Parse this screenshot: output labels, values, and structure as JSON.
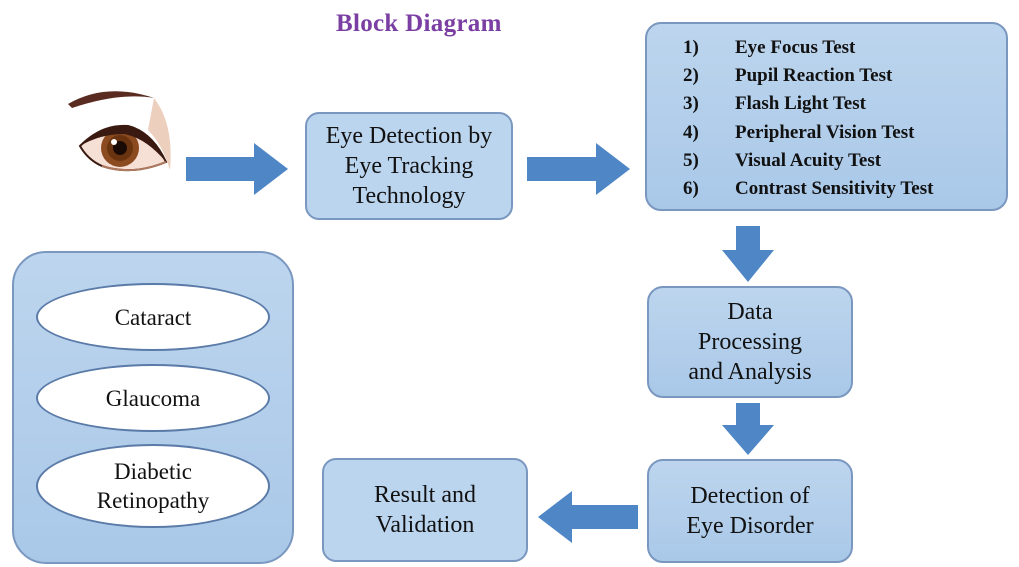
{
  "title": "Block Diagram",
  "nodes": {
    "eye_detection": "Eye Detection by\nEye Tracking\nTechnology",
    "data_processing": "Data\nProcessing\nand Analysis",
    "detection_disorder": "Detection of\nEye Disorder",
    "result_validation": "Result and\nValidation"
  },
  "tests": [
    {
      "num": "1)",
      "label": "Eye Focus Test"
    },
    {
      "num": "2)",
      "label": "Pupil Reaction Test"
    },
    {
      "num": "3)",
      "label": "Flash Light Test"
    },
    {
      "num": "4)",
      "label": "Peripheral Vision Test"
    },
    {
      "num": "5)",
      "label": "Visual Acuity Test"
    },
    {
      "num": "6)",
      "label": "Contrast Sensitivity Test"
    }
  ],
  "disorders": [
    {
      "label": "Cataract"
    },
    {
      "label": "Glaucoma"
    },
    {
      "label": "Diabetic\nRetinopathy"
    }
  ],
  "colors": {
    "title": "#7b3fa3",
    "box_fill": "#bcd5ef",
    "box_border": "#7a97c0",
    "arrow": "#4f86c6"
  },
  "icons": {
    "eye": "eye-icon"
  }
}
